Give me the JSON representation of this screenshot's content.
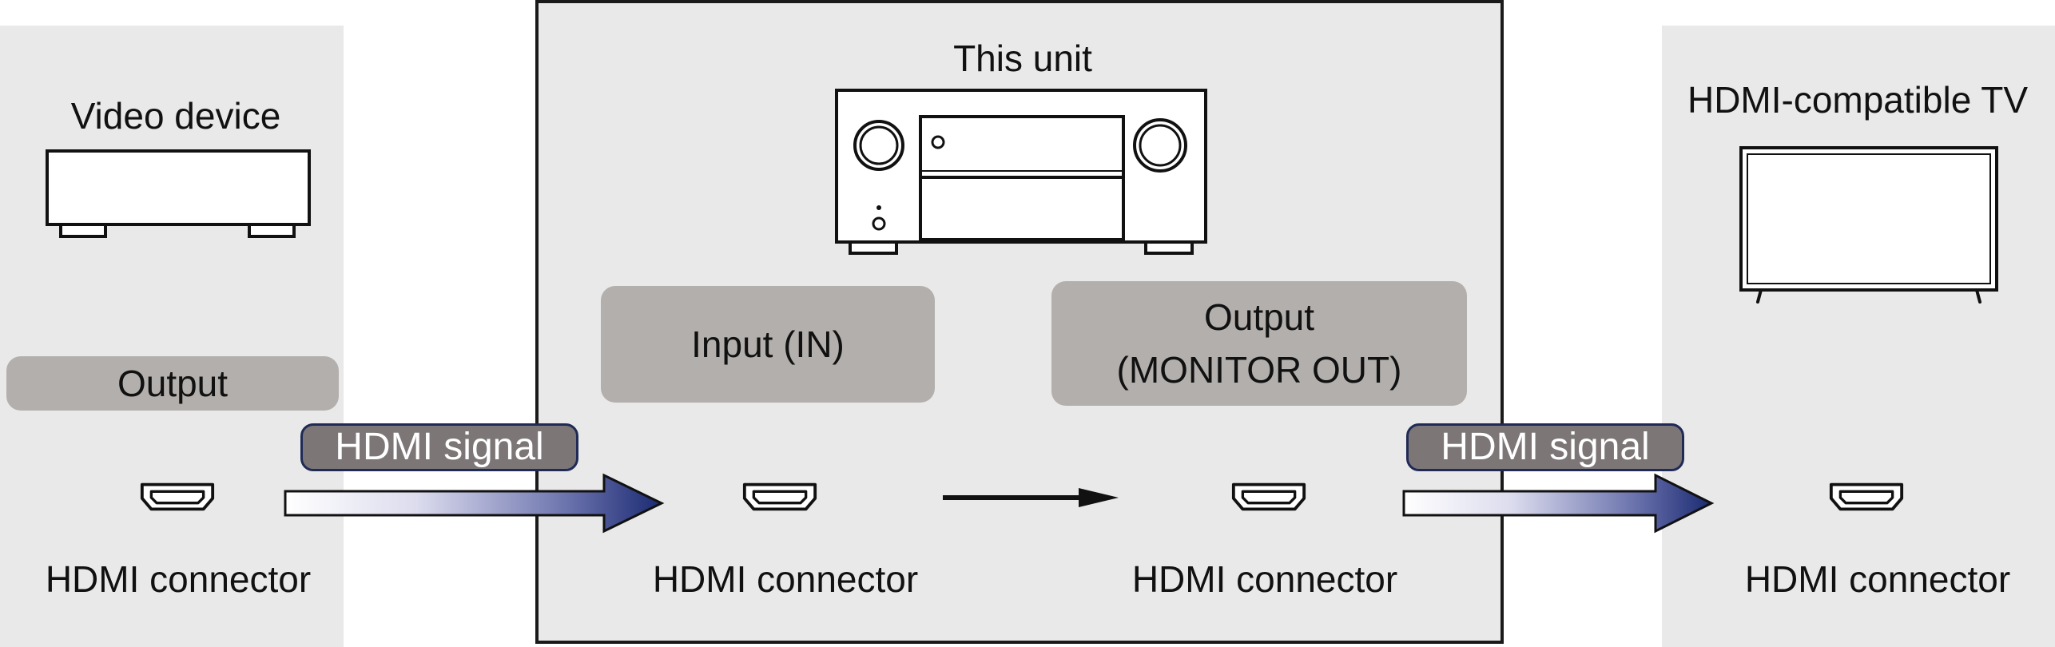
{
  "source": {
    "title": "Video device",
    "port_tag": "Output",
    "connector_label": "HDMI connector"
  },
  "unit": {
    "title": "This unit",
    "input_tag": "Input (IN)",
    "output_tag_line1": "Output",
    "output_tag_line2": "(MONITOR OUT)",
    "input_connector_label": "HDMI connector",
    "output_connector_label": "HDMI connector"
  },
  "sink": {
    "title": "HDMI-compatible TV",
    "connector_label": "HDMI connector"
  },
  "signals": {
    "left": "HDMI signal",
    "right": "HDMI signal"
  },
  "colors": {
    "panel_bg": "#e9e9e9",
    "tag_bg": "#b3afad",
    "badge_bg": "#7c7677",
    "arrow_dark": "#1b2a72"
  },
  "icons": [
    "video-device-icon",
    "av-receiver-icon",
    "tv-icon",
    "hdmi-port-icon",
    "signal-arrow-icon"
  ]
}
